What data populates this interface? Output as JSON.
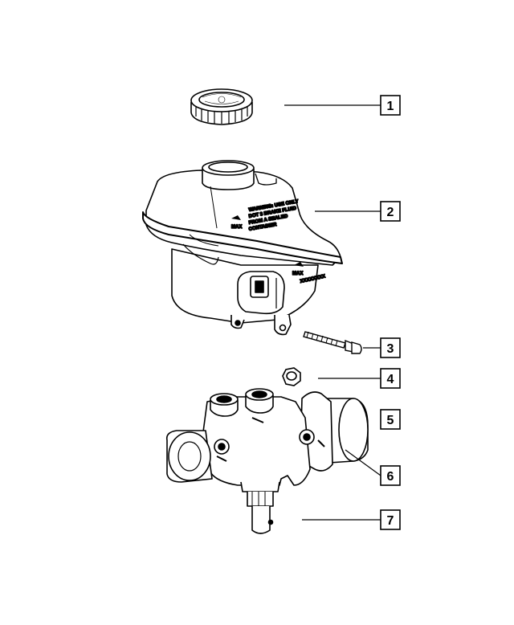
{
  "callouts": [
    {
      "number": "1"
    },
    {
      "number": "2"
    },
    {
      "number": "3"
    },
    {
      "number": "4"
    },
    {
      "number": "5"
    },
    {
      "number": "6"
    },
    {
      "number": "7"
    }
  ],
  "reservoir_label": {
    "max_left": "MAX",
    "max_right": "MAX",
    "line_1": "WARNING: USE ONLY",
    "line_2": "DOT 3 BRAKE FLUID",
    "line_3": "FROM A SEALED",
    "line_4": "CONTAINER",
    "part_number": "XXXXXXXX"
  }
}
